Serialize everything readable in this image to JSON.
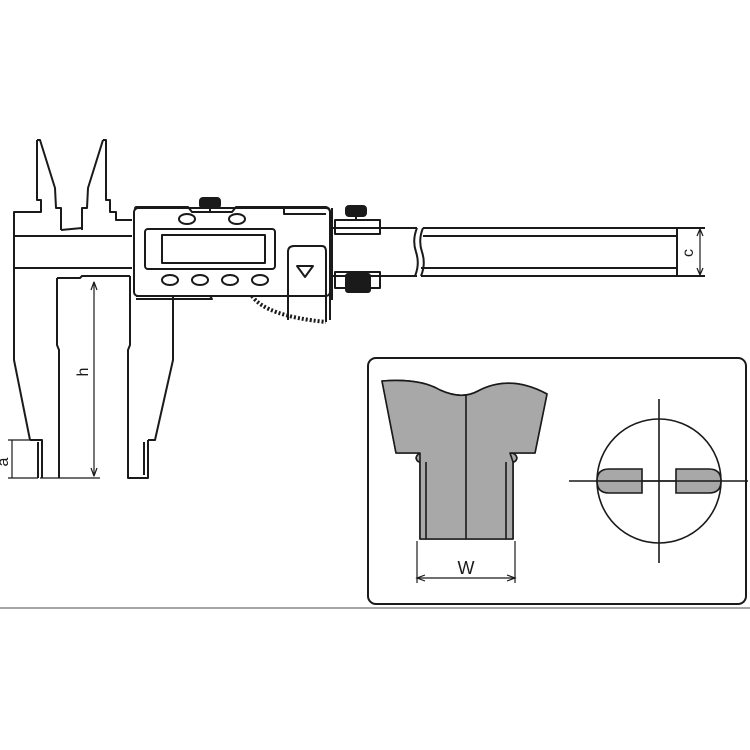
{
  "diagram": {
    "subject": "Digital caliper with long jaws",
    "labels": {
      "a": "a",
      "h": "h",
      "c": "c",
      "w": "W"
    },
    "colors": {
      "stroke": "#1a1a1a",
      "fill_gray": "#a8a8a8",
      "background": "#ffffff",
      "rule": "#888888"
    },
    "inset": {
      "left_figure": "jaw-tip cross-section with width W",
      "right_figure": "circular bore with two knife-edge tips and crosshair"
    }
  }
}
